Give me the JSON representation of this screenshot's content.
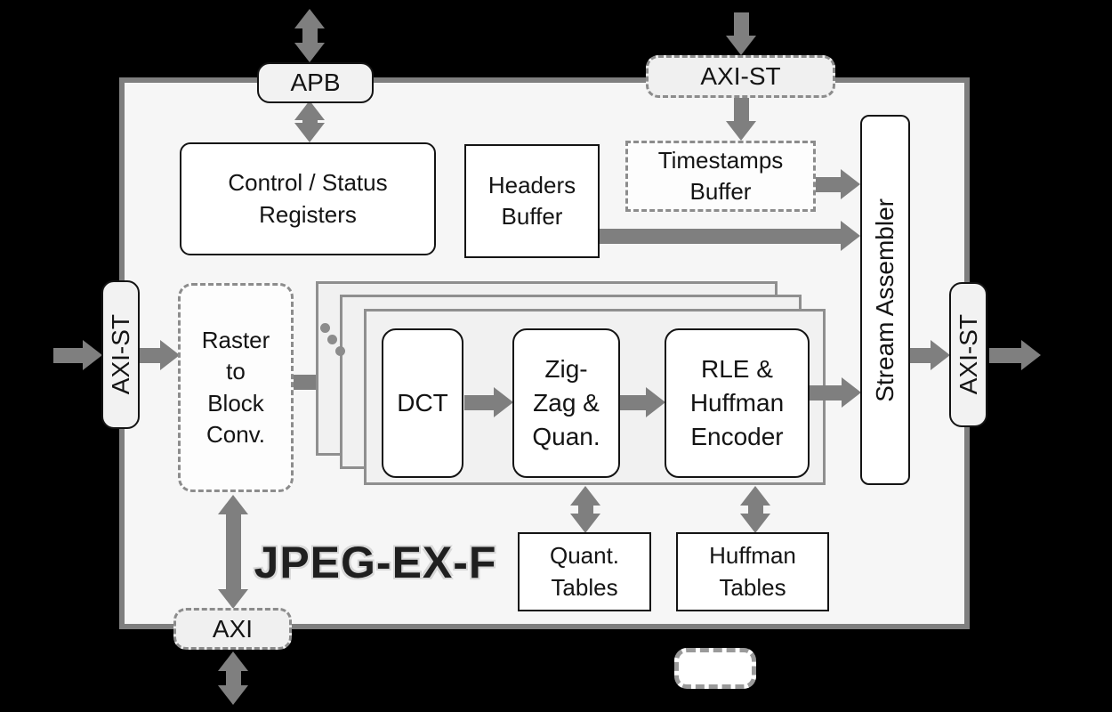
{
  "title": "JPEG-EX-F",
  "ports": {
    "apb": {
      "label": "APB"
    },
    "axi_st_top": {
      "label": "AXI-ST"
    },
    "axi_st_left": {
      "label": "AXI-ST"
    },
    "axi_st_right": {
      "label": "AXI-ST"
    },
    "axi_bottom": {
      "label": "AXI"
    }
  },
  "blocks": {
    "control_status_registers": {
      "label": "Control / Status\nRegisters"
    },
    "headers_buffer": {
      "label": "Headers\nBuffer"
    },
    "timestamps_buffer": {
      "label": "Timestamps\nBuffer"
    },
    "raster_to_block": {
      "label": "Raster\nto\nBlock\nConv."
    },
    "dct": {
      "label": "DCT"
    },
    "zigzag_quan": {
      "label": "Zig-\nZag &\nQuan."
    },
    "rle_huffman": {
      "label": "RLE &\nHuffman\nEncoder"
    },
    "stream_assembler": {
      "label": "Stream Assembler"
    },
    "quant_tables": {
      "label": "Quant.\nTables"
    },
    "huffman_tables": {
      "label": "Huffman\nTables"
    }
  },
  "colors": {
    "background": "#000000",
    "enclosure_fill": "#f6f6f6",
    "enclosure_border": "#7f7f7f",
    "arrow": "#7f7f7f",
    "dashed_border": "#8c8c8c",
    "solid_border": "#141414",
    "panel_fill": "#f1f1f1"
  }
}
